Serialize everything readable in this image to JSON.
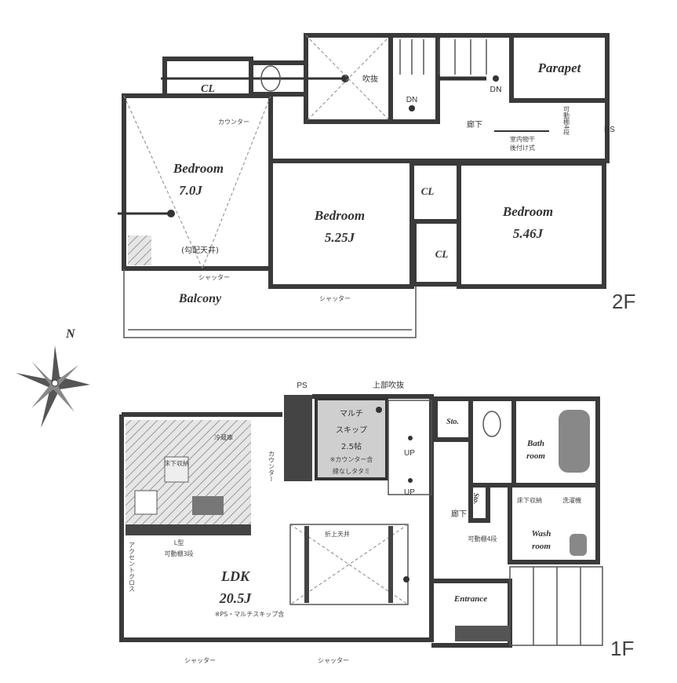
{
  "compass": {
    "north": "N"
  },
  "floor2": {
    "floor_label": "2F",
    "closet_top": "CL",
    "fukinuke": "吹抜",
    "dn1": "DN",
    "dn2": "DN",
    "parapet": "Parapet",
    "counter": "カウンター",
    "hallway": "廊下",
    "drying_rack": "室内物干",
    "drying_rack_note": "後付け式",
    "shelf": "可動棚4段",
    "ds": "DS",
    "bedroom_a": {
      "name": "Bedroom",
      "size": "7.0J",
      "note": "(勾配天井)"
    },
    "bedroom_b": {
      "name": "Bedroom",
      "size": "5.25J"
    },
    "bedroom_c": {
      "name": "Bedroom",
      "size": "5.46J"
    },
    "closet_b": "CL",
    "closet_c": "CL",
    "balcony": "Balcony",
    "shutter1": "シャッター",
    "shutter2": "シャッター"
  },
  "floor1": {
    "floor_label": "1F",
    "ps": "PS",
    "upper_void": "上部吹抜",
    "multi_skip": {
      "line1": "マルチ",
      "line2": "スキップ",
      "size": "2.5帖",
      "note1": "※カウンター含",
      "note2": "縁なしタタミ"
    },
    "up1": "UP",
    "up2": "UP",
    "counter": "カウンター",
    "fridge": "冷蔵庫",
    "underfloor": "床下収納",
    "shelf_l": "L型",
    "shelf_l2": "可動棚3段",
    "accent": "アクセントクロス",
    "raised_ceiling": "折上天井",
    "ldk": {
      "name": "LDK",
      "size": "20.5J",
      "note": "※PS・マルチスキップ含"
    },
    "shutter1": "シャッター",
    "shutter2": "シャッター",
    "storage1": "Sto.",
    "storage2": "Sto.",
    "bath": {
      "line1": "Bath",
      "line2": "room"
    },
    "wash": {
      "line1": "Wash",
      "line2": "room"
    },
    "underfloor2": "床下収納",
    "washer": "洗濯機",
    "hallway": "廊下",
    "shelf4": "可動棚4段",
    "entrance": "Entrance"
  }
}
